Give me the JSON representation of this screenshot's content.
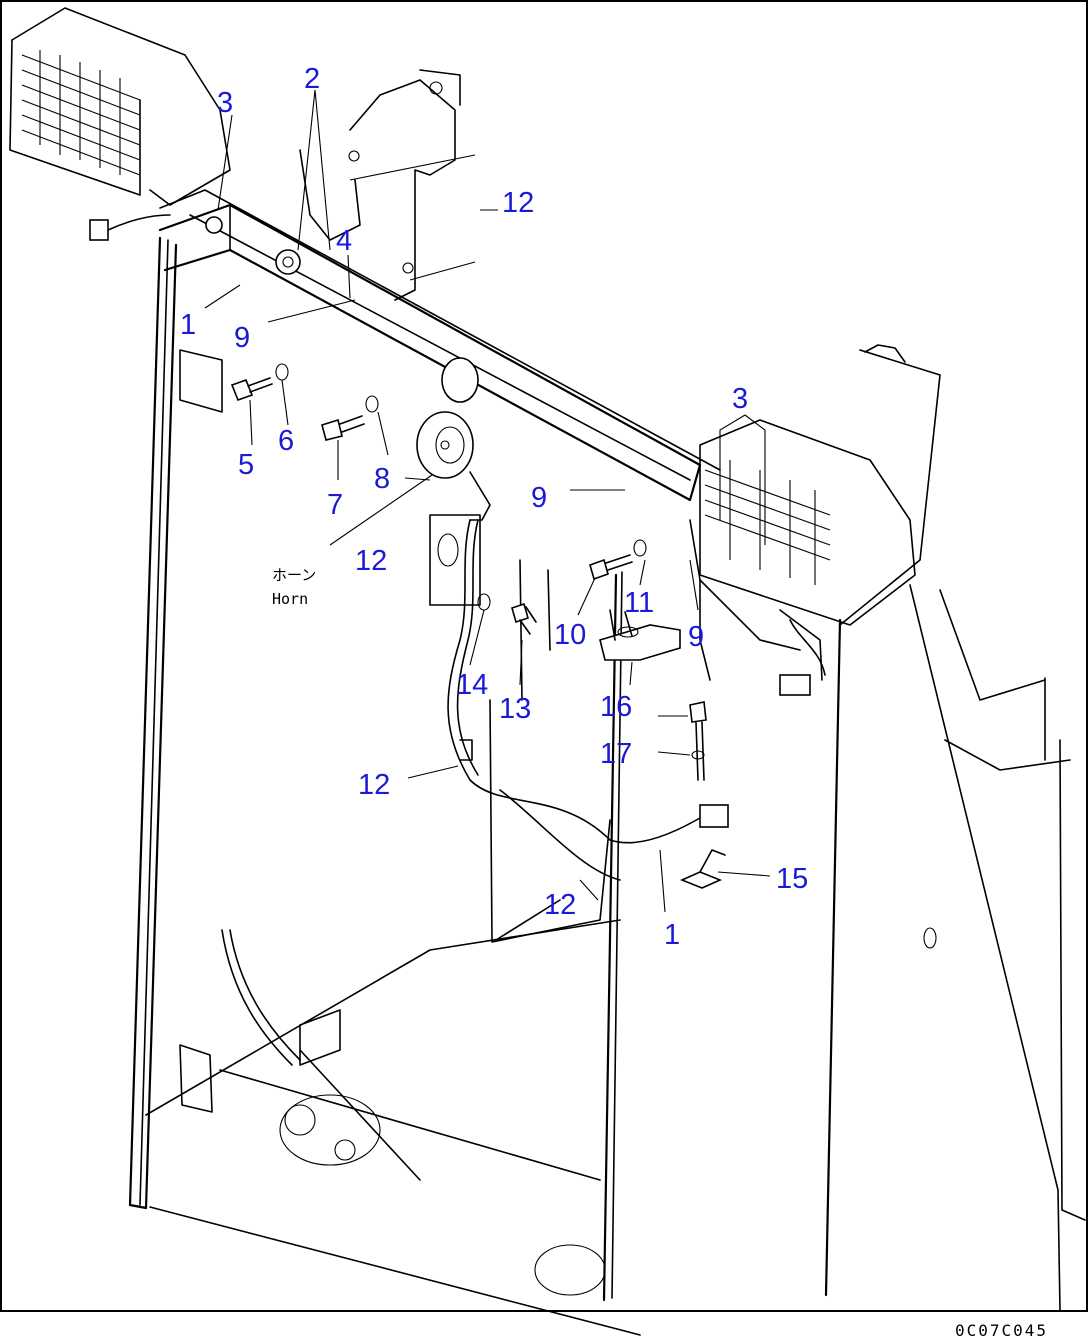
{
  "diagram": {
    "callouts": {
      "c2": "2",
      "c3_left": "3",
      "c12_top": "12",
      "c4": "4",
      "c1_upper": "1",
      "c9_left": "9",
      "c5": "5",
      "c6": "6",
      "c7": "7",
      "c8": "8",
      "c3_right": "3",
      "c9_mid": "9",
      "c12_horn": "12",
      "c11": "11",
      "c10": "10",
      "c9_right": "9",
      "c14": "14",
      "c13": "13",
      "c16": "16",
      "c17": "17",
      "c12_mid": "12",
      "c15": "15",
      "c12_low": "12",
      "c1_lower": "1"
    },
    "horn_label_jp": "ホーン",
    "horn_label_en": "Horn",
    "drawing_number": "0C07C045"
  }
}
